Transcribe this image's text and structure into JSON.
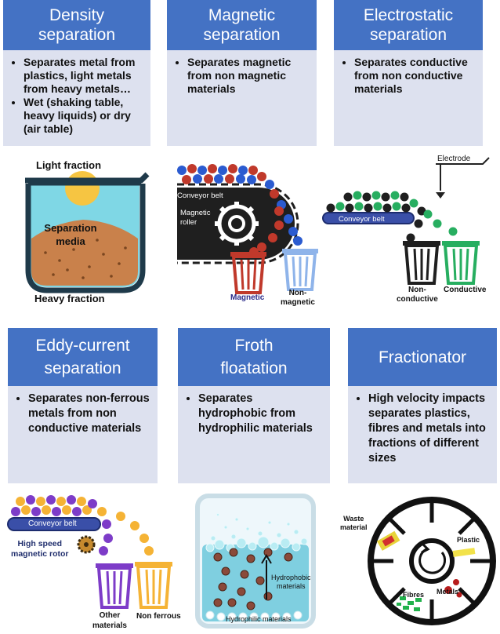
{
  "cards": [
    {
      "title_l1": "Density",
      "title_l2": "separation",
      "bullets": [
        "Separates metal from plastics, light metals from heavy metals…",
        "Wet (shaking table, heavy liquids) or dry (air table)"
      ]
    },
    {
      "title_l1": "Magnetic",
      "title_l2": "separation",
      "bullets": [
        "Separates magnetic from non magnetic materials"
      ]
    },
    {
      "title_l1": "Electrostatic",
      "title_l2": "separation",
      "bullets": [
        "Separates conductive from non conductive materials"
      ]
    },
    {
      "title_l1": "Eddy-current",
      "title_l2": "separation",
      "bullets": [
        "Separates non-ferrous metals from non conductive materials"
      ]
    },
    {
      "title_l1": "Froth",
      "title_l2": "floatation",
      "bullets": [
        "Separates hydrophobic from hydrophilic materials"
      ]
    },
    {
      "title_l1": "Fractionator",
      "title_l2": "",
      "bullets": [
        "High velocity impacts separates plastics, fibres and metals into fractions of different sizes"
      ]
    }
  ],
  "density": {
    "light": "Light fraction",
    "media_l1": "Separation",
    "media_l2": "media",
    "heavy": "Heavy fraction"
  },
  "magnetic": {
    "conveyor": "Conveyor belt",
    "roller_l1": "Magnetic",
    "roller_l2": "roller",
    "bin_magnetic": "Magnetic",
    "bin_non_l1": "Non-",
    "bin_non_l2": "magnetic"
  },
  "electrostatic": {
    "electrode": "Electrode",
    "conveyor": "Conveyor belt",
    "bin_non_l1": "Non-",
    "bin_non_l2": "conductive",
    "bin_cond": "Conductive"
  },
  "eddy": {
    "conveyor": "Conveyor belt",
    "rotor_l1": "High speed",
    "rotor_l2": "magnetic rotor",
    "bin_other_l1": "Other",
    "bin_other_l2": "materials",
    "bin_nonferrous": "Non ferrous"
  },
  "froth": {
    "hydrophobic_l1": "Hydrophobic",
    "hydrophobic_l2": "materials",
    "hydrophilic": "Hydrophilic materials"
  },
  "fractionator": {
    "waste_l1": "Waste",
    "waste_l2": "material",
    "plastic": "Plastic",
    "fibres": "Fibres",
    "metals": "Metals"
  },
  "colors": {
    "header": "#4472c4",
    "body": "#dde1ef",
    "red": "#c0392b",
    "blue": "#2b5bd0",
    "green": "#27ae60",
    "gold": "#f5b335",
    "purple": "#7d3cc8"
  }
}
